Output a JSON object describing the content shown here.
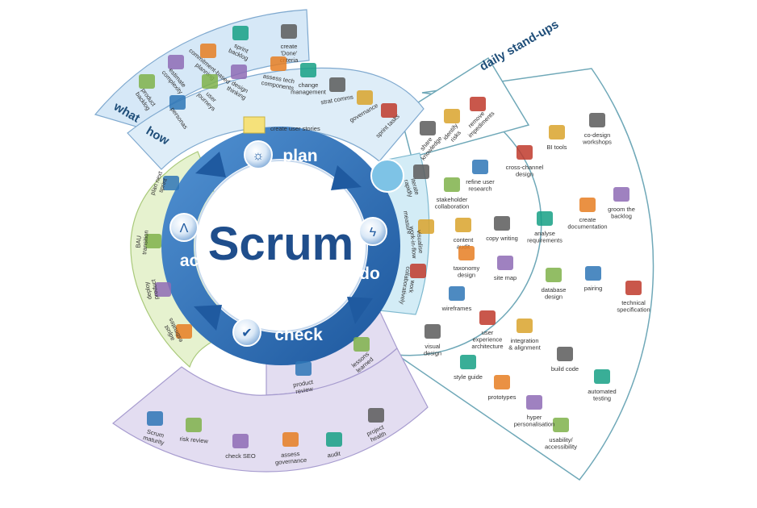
{
  "center": {
    "title": "Scrum"
  },
  "phases": {
    "plan": "plan",
    "do": "do",
    "check": "check",
    "act": "act"
  },
  "segments": {
    "what": {
      "title": "what",
      "items": [
        "product backlog",
        "estimate complexity",
        "commitment-based planning",
        "sprint backlog",
        "create 'Done' criteria"
      ]
    },
    "how": {
      "title": "how",
      "items": [
        "personas",
        "user journeys",
        "design thinking",
        "assess tech components",
        "change management",
        "strat comms",
        "governance",
        "sprint tasks"
      ],
      "create_stories": "create user stories"
    },
    "standups": {
      "title": "daily stand-ups",
      "items": [
        "share knowledge",
        "identify risks",
        "remove impediments"
      ]
    },
    "do_inner": {
      "items": [
        "iterate rapidly",
        "visualise work-in-flow",
        "work collaboratively"
      ],
      "measure": "measure"
    },
    "do_outer": {
      "items": [
        "co-design workshops",
        "BI tools",
        "cross-channel design",
        "refine user research",
        "stakeholder collaboration",
        "groom the backlog",
        "create documentation",
        "analyse requirements",
        "copy writing",
        "content audit",
        "technical specification",
        "pairing",
        "database design",
        "site map",
        "taxonomy design",
        "automated testing",
        "build code",
        "integration & alignment",
        "user experience architecture",
        "wireframes",
        "usability/ accessibility",
        "hyper personalisation",
        "prototypes",
        "style guide",
        "visual design"
      ]
    },
    "check_inner": {
      "items": [
        "product review",
        "lessons learned"
      ]
    },
    "check_outer": {
      "items": [
        "Scrum maturity",
        "risk review",
        "check SEO",
        "assess governance",
        "audit",
        "project health"
      ]
    },
    "act": {
      "items": [
        "plan next sprint",
        "BAU transition",
        "deploy product",
        "adjust estimates"
      ]
    }
  },
  "colors": {
    "ring_blue": "#2e75b6",
    "ring_dark": "#1f4e8c",
    "what_fill": "#d6e8f7",
    "how_fill": "#deedf8",
    "act_fill": "#e6f2cf",
    "check_fill": "#e3ddf1",
    "do_inner_fill": "#d3ecf6",
    "do_outer_fill": "#ffffff",
    "title_blue": "#1f4e79"
  }
}
